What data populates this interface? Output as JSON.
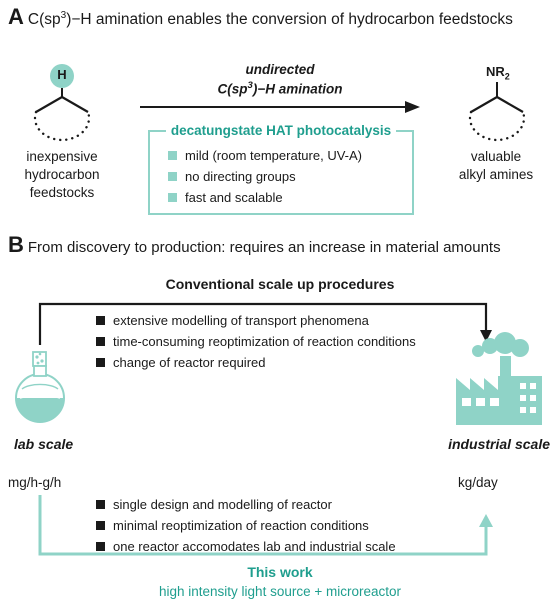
{
  "colors": {
    "teal": "#1f9e8e",
    "teal_light": "#8fd3c7",
    "black": "#1a1a1a"
  },
  "sectionA": {
    "letter": "A",
    "title_prefix": "C(sp",
    "title_sup": "3",
    "title_suffix": ")−H amination enables the conversion of hydrocarbon feedstocks",
    "arrow_top_label": "undirected",
    "arrow_label_prefix": "C(sp",
    "arrow_label_sup": "3",
    "arrow_label_suffix": ")−H amination",
    "left_atom": "H",
    "left_caption": [
      "inexpensive",
      "hydrocarbon",
      "feedstocks"
    ],
    "right_group": "NR",
    "right_group_sub": "2",
    "right_caption": [
      "valuable",
      "alkyl amines"
    ],
    "box_title": "decatungstate HAT photocatalysis",
    "box_items": [
      "mild (room temperature, UV-A)",
      "no directing groups",
      "fast and scalable"
    ]
  },
  "sectionB": {
    "letter": "B",
    "title": "From discovery to production: requires an increase in material amounts",
    "top_heading": "Conventional scale up procedures",
    "top_items": [
      "extensive modelling of transport phenomena",
      "time-consuming reoptimization of reaction conditions",
      "change of reactor required"
    ],
    "left_label": "lab scale",
    "left_rate": "mg/h-g/h",
    "right_label": "industrial scale",
    "right_rate": "kg/day",
    "bottom_items": [
      "single design and modelling of reactor",
      "minimal reoptimization of reaction conditions",
      "one reactor accomodates lab and industrial scale"
    ],
    "bottom_heading": "This work",
    "bottom_subheading": "high intensity light source + microreactor"
  },
  "icons": [
    "flask-icon",
    "factory-icon",
    "ring-structure-icon",
    "arrow-icon"
  ]
}
